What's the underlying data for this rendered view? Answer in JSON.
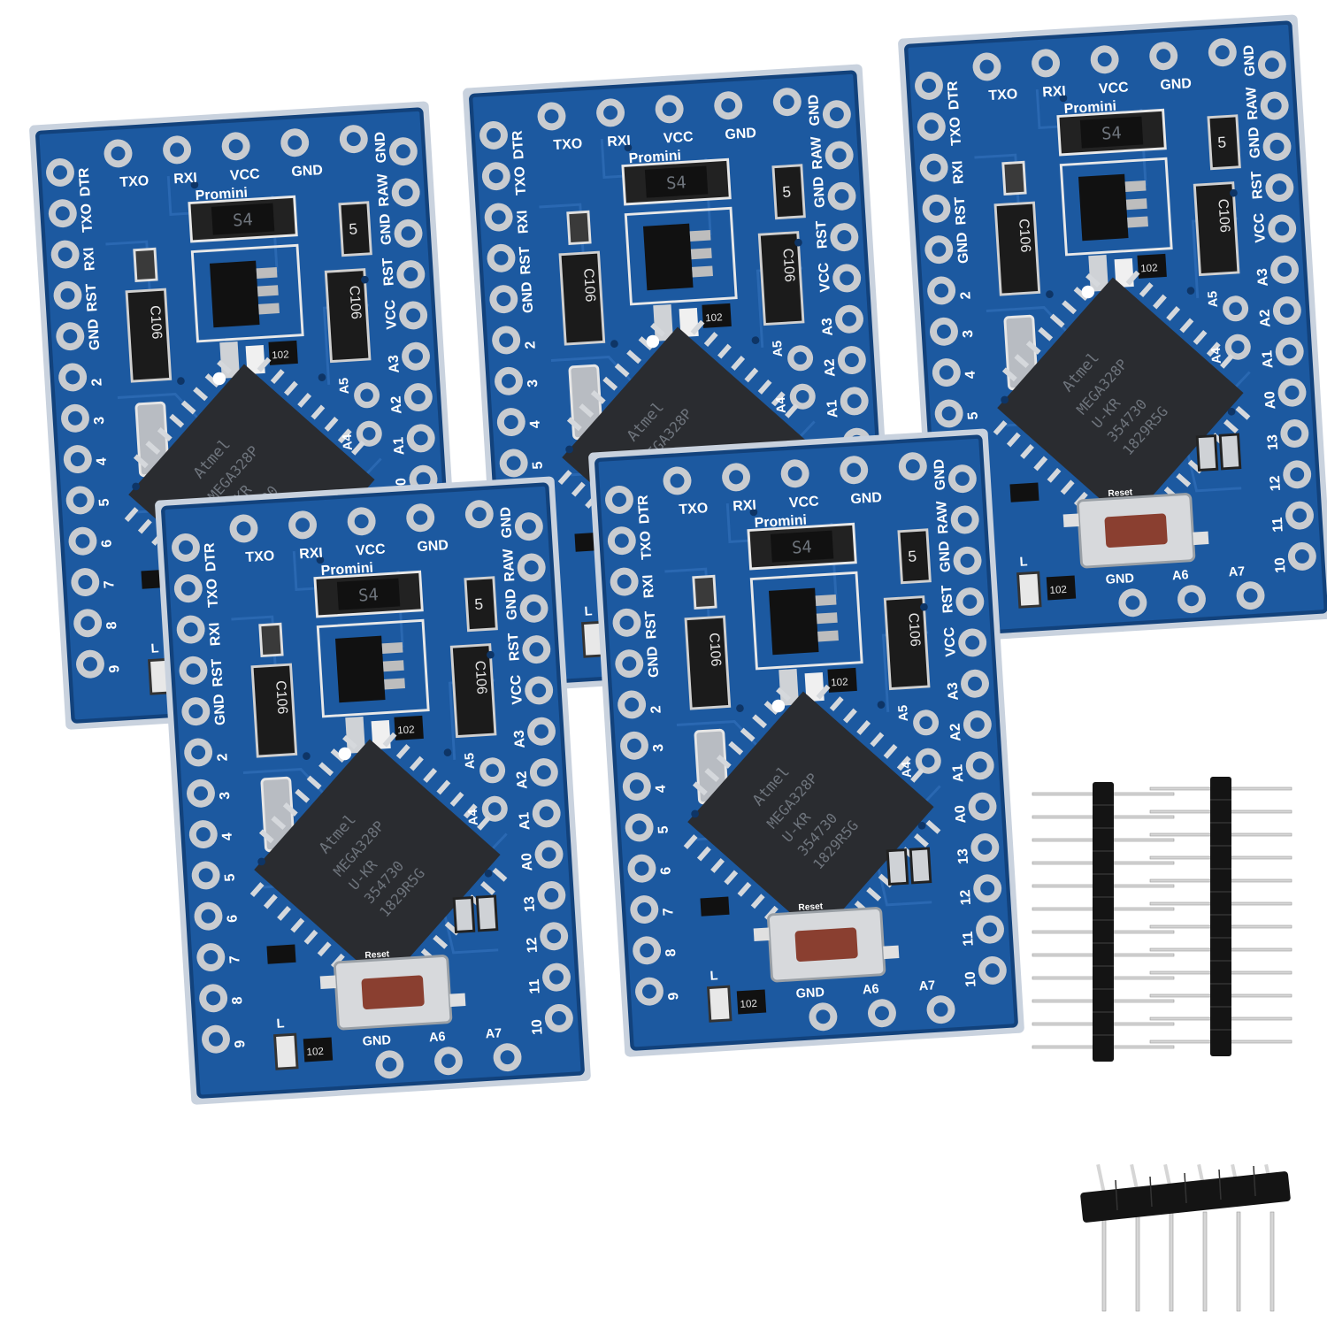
{
  "colors": {
    "pcb": "#1c59a0",
    "pcb_dark": "#123d73",
    "pcb_edge": "#d9dee6",
    "chip": "#2a2c30",
    "pad": "#c9ccd0",
    "button": "#8a3f30",
    "header_plastic": "#141414",
    "pin_metal": "#d6d6d6"
  },
  "board": {
    "left_pins": [
      "DTR",
      "TXO",
      "RXI",
      "RST",
      "GND",
      "2",
      "3",
      "4",
      "5",
      "6",
      "7",
      "8",
      "9"
    ],
    "right_pins": [
      "GND",
      "RAW",
      "GND",
      "RST",
      "VCC",
      "A3",
      "A2",
      "A1",
      "A0",
      "13",
      "12",
      "11",
      "10"
    ],
    "top_labels": [
      "TXO",
      "RXI",
      "VCC",
      "GND"
    ],
    "inner_labels": [
      "A5",
      "A4"
    ],
    "bottom_labels": [
      "GND",
      "A6",
      "A7"
    ],
    "brand": "Promini",
    "regulator_code": "S4",
    "diode_code": "5",
    "cap_code": "C106",
    "resistor_code": "102",
    "chip_logo": "Atmel",
    "chip_lines": [
      "MEGA328P",
      "U-KR",
      "354730",
      "1829R5G"
    ],
    "led_label": "L",
    "reset_label": "Reset",
    "icons": {
      "mcu": "microcontroller-icon",
      "button": "reset-button-icon",
      "header": "pin-header-icon"
    }
  },
  "boards_count": 5,
  "headers": {
    "straight_pins": 12,
    "angled_pins": 6
  }
}
